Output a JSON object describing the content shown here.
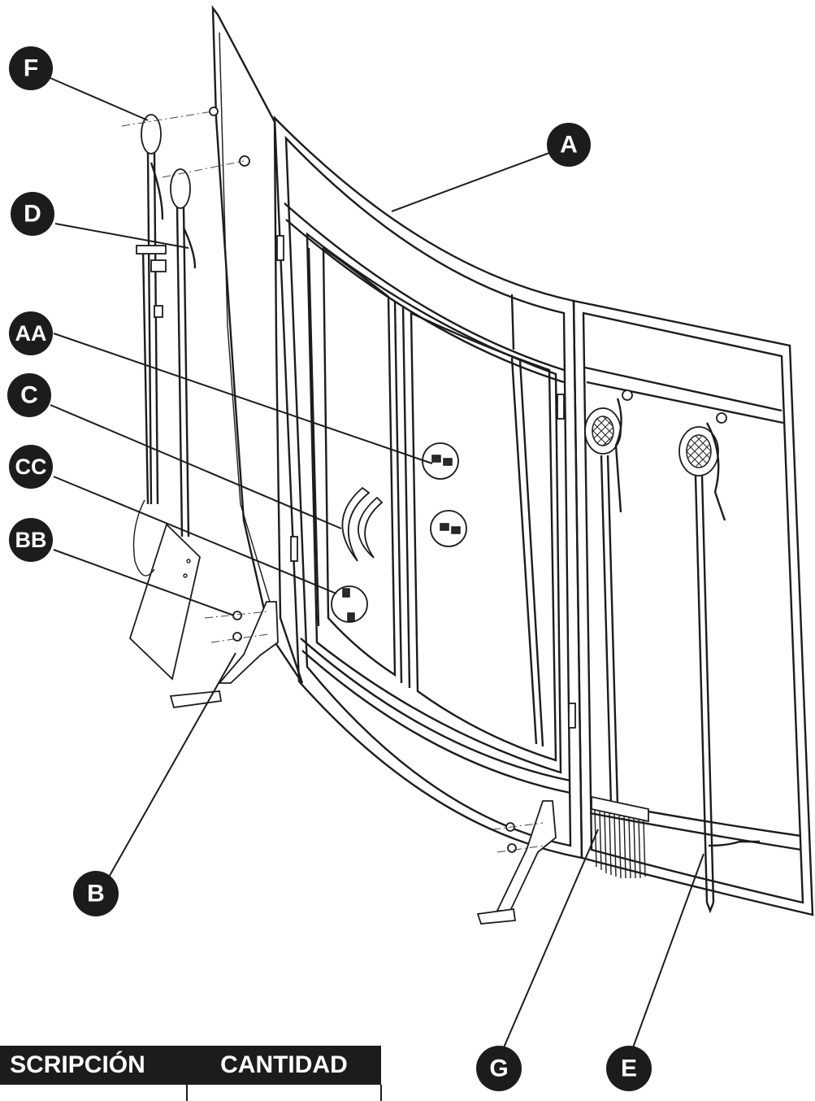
{
  "callouts": [
    {
      "id": "F",
      "label": "F"
    },
    {
      "id": "D",
      "label": "D"
    },
    {
      "id": "AA",
      "label": "AA"
    },
    {
      "id": "C",
      "label": "C"
    },
    {
      "id": "CC",
      "label": "CC"
    },
    {
      "id": "BB",
      "label": "BB"
    },
    {
      "id": "A",
      "label": "A"
    },
    {
      "id": "B",
      "label": "B"
    },
    {
      "id": "G",
      "label": "G"
    },
    {
      "id": "E",
      "label": "E"
    }
  ],
  "table": {
    "headers": [
      "SCRIPCIÓN",
      "CANTIDAD"
    ]
  },
  "colors": {
    "ink": "#1c1c1c",
    "background": "#ffffff"
  }
}
